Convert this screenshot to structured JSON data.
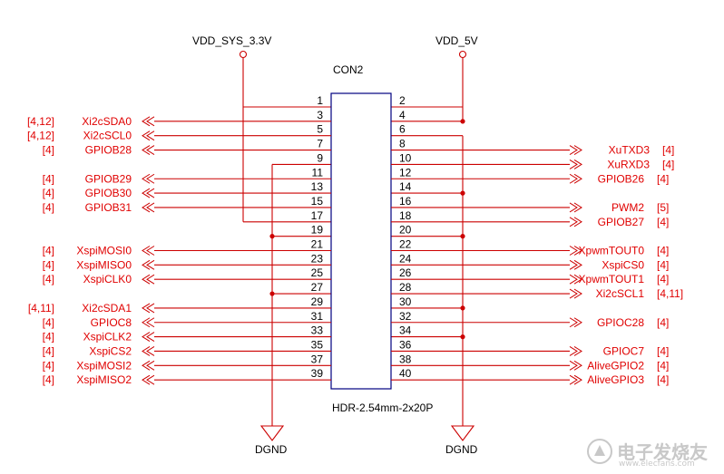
{
  "connector": {
    "ref": "CON2",
    "footprint": "HDR-2.54mm-2x20P"
  },
  "power": {
    "vdd_sys": "VDD_SYS_3.3V",
    "vdd_5v": "VDD_5V",
    "gnd_left": "DGND",
    "gnd_right": "DGND"
  },
  "left_pins": [
    {
      "pin": "1",
      "net": "",
      "ref": ""
    },
    {
      "pin": "3",
      "net": "Xi2cSDA0",
      "ref": "[4,12]"
    },
    {
      "pin": "5",
      "net": "Xi2cSCL0",
      "ref": "[4,12]"
    },
    {
      "pin": "7",
      "net": "GPIOB28",
      "ref": "[4]"
    },
    {
      "pin": "9",
      "net": "",
      "ref": ""
    },
    {
      "pin": "11",
      "net": "GPIOB29",
      "ref": "[4]"
    },
    {
      "pin": "13",
      "net": "GPIOB30",
      "ref": "[4]"
    },
    {
      "pin": "15",
      "net": "GPIOB31",
      "ref": "[4]"
    },
    {
      "pin": "17",
      "net": "",
      "ref": ""
    },
    {
      "pin": "19",
      "net": "",
      "ref": ""
    },
    {
      "pin": "21",
      "net": "XspiMOSI0",
      "ref": "[4]"
    },
    {
      "pin": "23",
      "net": "XspiMISO0",
      "ref": "[4]"
    },
    {
      "pin": "25",
      "net": "XspiCLK0",
      "ref": "[4]"
    },
    {
      "pin": "27",
      "net": "",
      "ref": ""
    },
    {
      "pin": "29",
      "net": "Xi2cSDA1",
      "ref": "[4,11]"
    },
    {
      "pin": "31",
      "net": "GPIOC8",
      "ref": "[4]"
    },
    {
      "pin": "33",
      "net": "XspiCLK2",
      "ref": "[4]"
    },
    {
      "pin": "35",
      "net": "XspiCS2",
      "ref": "[4]"
    },
    {
      "pin": "37",
      "net": "XspiMOSI2",
      "ref": "[4]"
    },
    {
      "pin": "39",
      "net": "XspiMISO2",
      "ref": "[4]"
    }
  ],
  "right_pins": [
    {
      "pin": "2",
      "net": "",
      "ref": ""
    },
    {
      "pin": "4",
      "net": "",
      "ref": ""
    },
    {
      "pin": "6",
      "net": "",
      "ref": ""
    },
    {
      "pin": "8",
      "net": "XuTXD3",
      "ref": "[4]"
    },
    {
      "pin": "10",
      "net": "XuRXD3",
      "ref": "[4]"
    },
    {
      "pin": "12",
      "net": "GPIOB26",
      "ref": "[4]"
    },
    {
      "pin": "14",
      "net": "",
      "ref": ""
    },
    {
      "pin": "16",
      "net": "PWM2",
      "ref": "[5]"
    },
    {
      "pin": "18",
      "net": "GPIOB27",
      "ref": "[4]"
    },
    {
      "pin": "20",
      "net": "",
      "ref": ""
    },
    {
      "pin": "22",
      "net": "XpwmTOUT0",
      "ref": "[4]"
    },
    {
      "pin": "24",
      "net": "XspiCS0",
      "ref": "[4]"
    },
    {
      "pin": "26",
      "net": "XpwmTOUT1",
      "ref": "[4]"
    },
    {
      "pin": "28",
      "net": "Xi2cSCL1",
      "ref": "[4,11]"
    },
    {
      "pin": "30",
      "net": "",
      "ref": ""
    },
    {
      "pin": "32",
      "net": "GPIOC28",
      "ref": "[4]"
    },
    {
      "pin": "34",
      "net": "",
      "ref": ""
    },
    {
      "pin": "36",
      "net": "GPIOC7",
      "ref": "[4]"
    },
    {
      "pin": "38",
      "net": "AliveGPIO2",
      "ref": "[4]"
    },
    {
      "pin": "40",
      "net": "AliveGPIO3",
      "ref": "[4]"
    }
  ],
  "watermark": {
    "text": "电子发烧友",
    "url": "www.elecfans.com"
  },
  "colors": {
    "wire": "#cc0000",
    "text": "#000000",
    "net_label": "#e00000",
    "body": "#000080"
  }
}
